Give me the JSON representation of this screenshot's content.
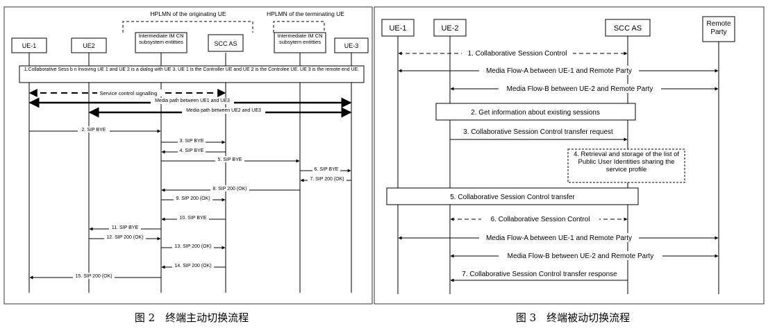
{
  "figure2": {
    "caption": "图 2　终端主动切换流程",
    "group_labels": [
      "HPLMN of the originating UE",
      "HPLMN of the terminating UE"
    ],
    "entities": [
      {
        "label": "UE-1"
      },
      {
        "label": "UE2"
      },
      {
        "label": "Intermediate IM CN subsystem entitties"
      },
      {
        "label": "SCC AS"
      },
      {
        "label": "Intermediate IM CN subsytem entitties"
      },
      {
        "label": "UE-3"
      }
    ],
    "note1": "1.Collaborative Sess b n lnvoving UE 1 and UE 2 is a dialog with UE 3. UE 1 is the Controller UE and UE 2 is the Controlee UE. UE 3 is the remote end UE.",
    "signaling": "Service control signalling",
    "media1": "Media path between UE1 and UE3",
    "media2": "Media path between UE2 and UE3",
    "messages": [
      {
        "label": "2. SIP BYE"
      },
      {
        "label": "3. SIP BYE"
      },
      {
        "label": "4. SIP BYE"
      },
      {
        "label": "5. SIP BYE"
      },
      {
        "label": "6. SIP BYE"
      },
      {
        "label": "7. SIP 200 (OK)"
      },
      {
        "label": "8. SIP 200 (OK)"
      },
      {
        "label": "9. SIP 200 (OK)"
      },
      {
        "label": "10. SIP BYE"
      },
      {
        "label": "11. SIP BYE"
      },
      {
        "label": "12. SIP 200 (OK)"
      },
      {
        "label": "13. SIP 200 (OK)"
      },
      {
        "label": "14. SIP 200 (OK)"
      },
      {
        "label": "15. SIP 200 (OK)"
      }
    ]
  },
  "figure3": {
    "caption": "图 3　终端被动切换流程",
    "entities": [
      {
        "label": "UE-1"
      },
      {
        "label": "UE-2"
      },
      {
        "label": "SCC AS"
      },
      {
        "label": "Remote Party"
      }
    ],
    "messages": [
      {
        "label": "1. Collaborative Session Control"
      },
      {
        "label": "Media Flow-A between UE-1 and Remote Party"
      },
      {
        "label": "Media Flow-B between UE-2 and Remote Party"
      },
      {
        "label": "3. Collaborative Session Control transfer request"
      },
      {
        "label": "6. Collaborative Session Control"
      },
      {
        "label": "Media Flow-A between UE-1 and Remote Party"
      },
      {
        "label": "Media Flow-B between UE-2 and Remote Party"
      },
      {
        "label": "7. Collaborative Session Control transfer response"
      }
    ],
    "step2": "2. Get information about existing sessions",
    "step4": "4. Retrieval and storage of the list of Public User Identities sharing the service profile",
    "step5": "5. Collaborative Session Control transfer"
  }
}
